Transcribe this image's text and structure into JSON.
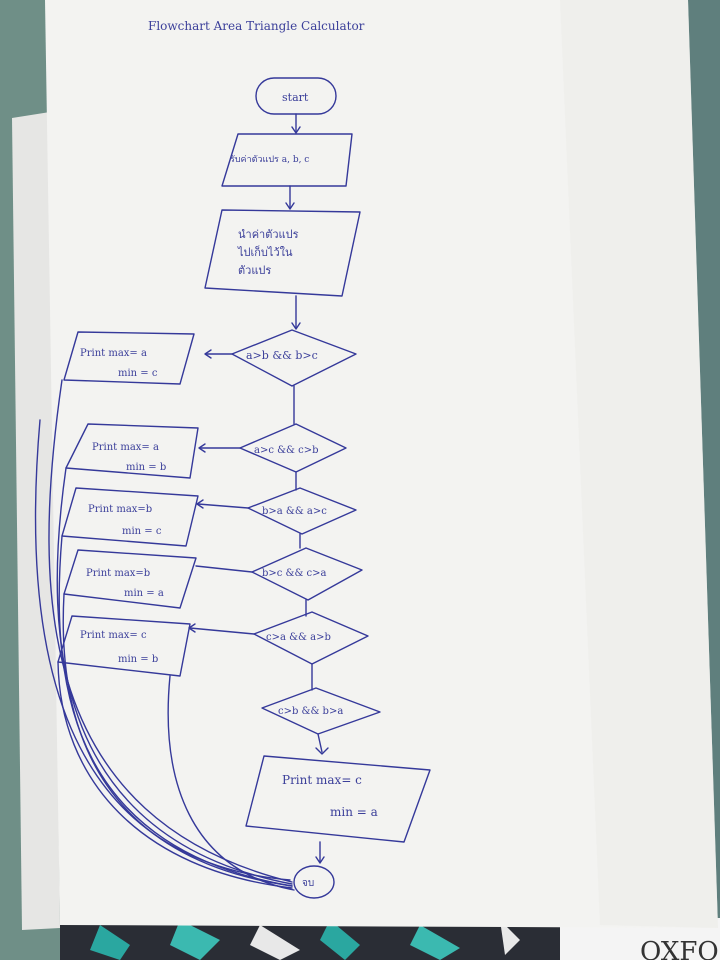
{
  "photo": {
    "page_title": "Flowchart   Area   Triangle   Calculator",
    "bottom_brand": "OXFO",
    "colors": {
      "ink": "#35399a",
      "paper": "#f3f3f1",
      "background": "#5f7f7d"
    }
  },
  "flow": {
    "start": "start",
    "input": "รับค่าตัวแปร a, b, c",
    "process_line1": "นำค่าตัวแปร",
    "process_line2": "ไปเก็บไว้ใน",
    "process_line3": "ตัวแปร",
    "d1": "a>b && b>c",
    "d2": "a>c && c>b",
    "d3": "b>a && a>c",
    "d4": "b>c && c>a",
    "d5": "c>a && a>b",
    "d6": "c>b && b>a",
    "o1_l1": "Print max= a",
    "o1_l2": "min = c",
    "o2_l1": "Print max= a",
    "o2_l2": "min = b",
    "o3_l1": "Print max=b",
    "o3_l2": "min = c",
    "o4_l1": "Print max=b",
    "o4_l2": "min = a",
    "o5_l1": "Print max= c",
    "o5_l2": "min = b",
    "o6_l1": "Print max= c",
    "o6_l2": "min = a",
    "end": "จบ"
  }
}
